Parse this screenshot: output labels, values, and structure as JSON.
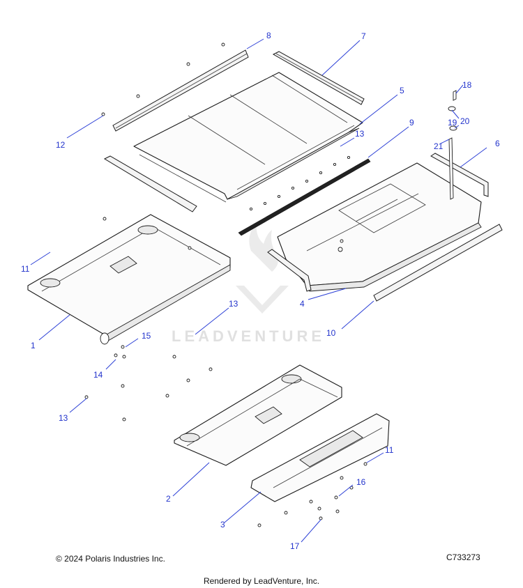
{
  "callouts": [
    {
      "id": "c8",
      "label": "8"
    },
    {
      "id": "c7",
      "label": "7"
    },
    {
      "id": "c5",
      "label": "5"
    },
    {
      "id": "c18",
      "label": "18"
    },
    {
      "id": "c19",
      "label": "19"
    },
    {
      "id": "c20",
      "label": "20"
    },
    {
      "id": "c9",
      "label": "9"
    },
    {
      "id": "c13a",
      "label": "13"
    },
    {
      "id": "c12",
      "label": "12"
    },
    {
      "id": "c21",
      "label": "21"
    },
    {
      "id": "c6",
      "label": "6"
    },
    {
      "id": "c11a",
      "label": "11"
    },
    {
      "id": "c13b",
      "label": "13"
    },
    {
      "id": "c4",
      "label": "4"
    },
    {
      "id": "c10",
      "label": "10"
    },
    {
      "id": "c1",
      "label": "1"
    },
    {
      "id": "c15",
      "label": "15"
    },
    {
      "id": "c14",
      "label": "14"
    },
    {
      "id": "c13c",
      "label": "13"
    },
    {
      "id": "c11b",
      "label": "11"
    },
    {
      "id": "c16",
      "label": "16"
    },
    {
      "id": "c2",
      "label": "2"
    },
    {
      "id": "c3",
      "label": "3"
    },
    {
      "id": "c17",
      "label": "17"
    }
  ],
  "watermark": {
    "text": "LEADVENTURE"
  },
  "footer": {
    "copyright": "© 2024 Polaris Industries Inc.",
    "figure_id": "C733273",
    "rendered_by": "Rendered by LeadVenture, Inc."
  },
  "colors": {
    "callout": "#2233cc",
    "line": "#1a1a1a"
  }
}
